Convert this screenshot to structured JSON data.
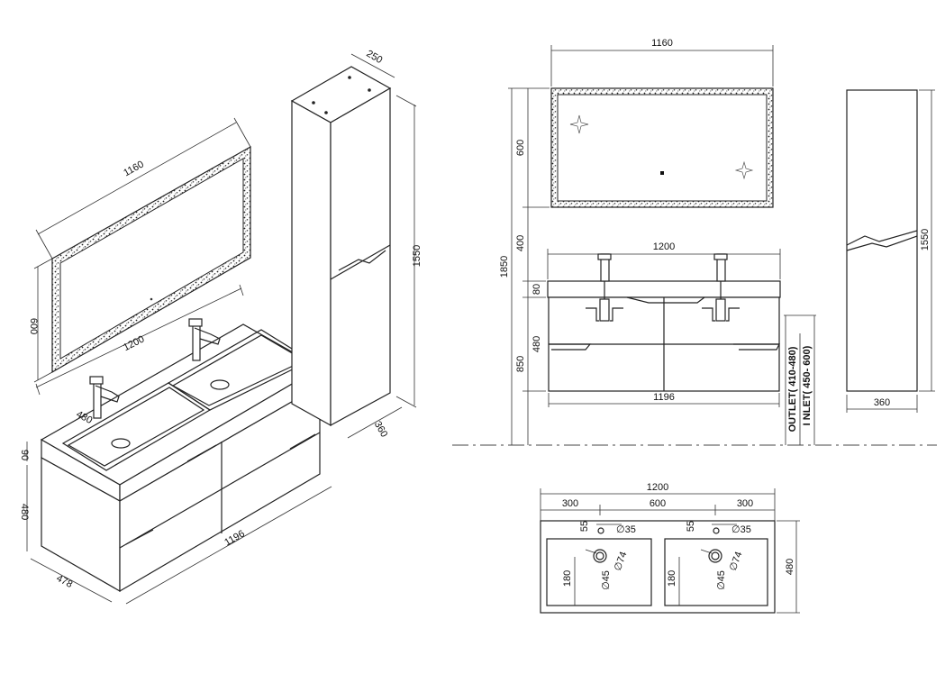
{
  "iso_view": {
    "mirror_width": "1160",
    "mirror_height": "600",
    "vanity_top_width": "1200",
    "vanity_body_width": "1196",
    "vanity_depth": "478",
    "basin_depth": "480",
    "top_thickness": "90",
    "cabinet_height": "480",
    "column_depth": "250",
    "column_height": "1550",
    "column_width": "360"
  },
  "front_view": {
    "mirror_width": "1160",
    "mirror_height": "600",
    "gap_height": "400",
    "total_height": "1850",
    "top_width": "1200",
    "top_thickness": "80",
    "cabinet_height": "480",
    "mount_height": "850",
    "body_width": "1196",
    "outlet_label": "OUTLET( 410-480)",
    "inlet_label": "I NLET( 450- 600)"
  },
  "side_view": {
    "height": "1550",
    "width": "360"
  },
  "plan_view": {
    "total_width": "1200",
    "seg_left": "300",
    "seg_mid": "600",
    "seg_right": "300",
    "depth": "480",
    "tap_offset": "55",
    "tap_hole": "∅35",
    "drain_outer": "∅74",
    "drain_inner": "∅45",
    "drain_offset": "180"
  }
}
